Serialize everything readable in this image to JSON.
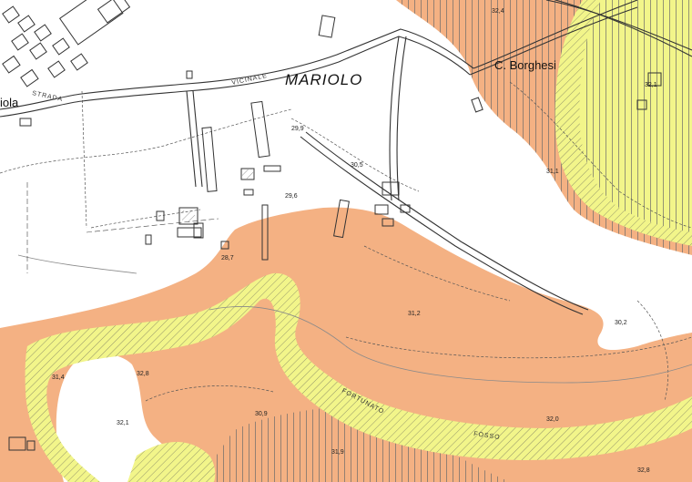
{
  "map": {
    "colors": {
      "background": "#ffffff",
      "orange_zone": "#f4b183",
      "yellow_zone": "#f2f58a",
      "hatch": "#6b6b6b",
      "roads": "#333333",
      "buildings": "#333333"
    },
    "labels": {
      "mariolo": "MARIOLO",
      "c_borghesi": "C. Borghesi",
      "iola": "iola",
      "strada": "STRADA",
      "vicinale": "VICINALE",
      "fortunato": "FORTUNATO",
      "fondo": "FOSSO"
    },
    "elevations": [
      {
        "id": "e1",
        "text": "29,9"
      },
      {
        "id": "e2",
        "text": "30,5"
      },
      {
        "id": "e3",
        "text": "29,6"
      },
      {
        "id": "e4",
        "text": "28,7"
      },
      {
        "id": "e5",
        "text": "31,2"
      },
      {
        "id": "e6",
        "text": "30,2"
      },
      {
        "id": "e7",
        "text": "32,8"
      },
      {
        "id": "e8",
        "text": "31,4"
      },
      {
        "id": "e9",
        "text": "30,9"
      },
      {
        "id": "e10",
        "text": "32,1"
      },
      {
        "id": "e11",
        "text": "32,0"
      },
      {
        "id": "e12",
        "text": "31,9"
      },
      {
        "id": "e13",
        "text": "32,8"
      },
      {
        "id": "e14",
        "text": "31,1"
      },
      {
        "id": "e15",
        "text": "32,4"
      },
      {
        "id": "e16",
        "text": "32,1"
      }
    ]
  }
}
